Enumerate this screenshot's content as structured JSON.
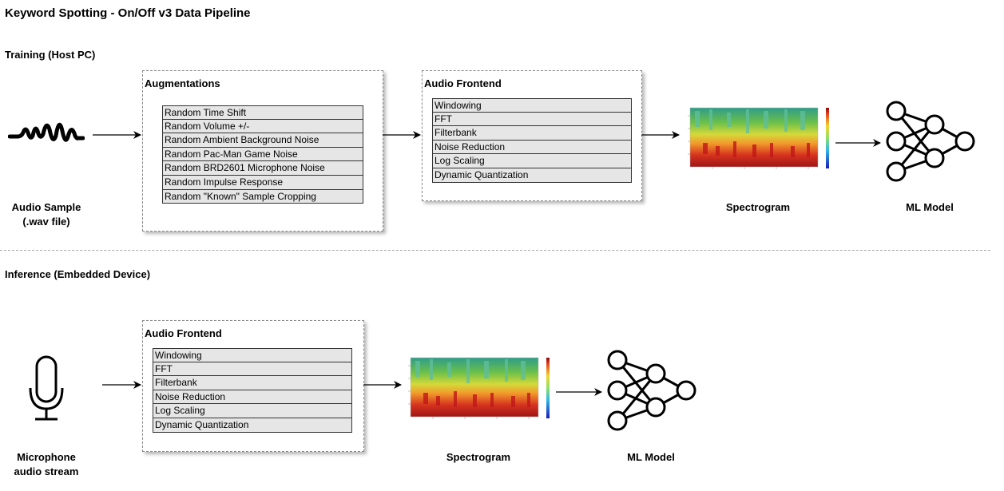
{
  "title": "Keyword Spotting - On/Off v3 Data Pipeline",
  "training": {
    "section_label": "Training (Host PC)",
    "source_caption_line1": "Audio Sample",
    "source_caption_line2": "(.wav file)",
    "augmentations": {
      "title": "Augmentations",
      "items": [
        "Random Time Shift",
        "Random Volume +/-",
        "Random Ambient Background Noise",
        "Random Pac-Man Game Noise",
        "Random BRD2601 Microphone Noise",
        "Random Impulse Response",
        "Random \"Known\" Sample Cropping"
      ]
    },
    "frontend": {
      "title": "Audio Frontend",
      "items": [
        "Windowing",
        "FFT",
        "Filterbank",
        "Noise Reduction",
        "Log Scaling",
        "Dynamic Quantization"
      ]
    },
    "spectrogram_caption": "Spectrogram",
    "model_caption": "ML Model"
  },
  "inference": {
    "section_label": "Inference (Embedded Device)",
    "source_caption_line1": "Microphone",
    "source_caption_line2": "audio stream",
    "frontend": {
      "title": "Audio Frontend",
      "items": [
        "Windowing",
        "FFT",
        "Filterbank",
        "Noise Reduction",
        "Log Scaling",
        "Dynamic Quantization"
      ]
    },
    "spectrogram_caption": "Spectrogram",
    "model_caption": "ML Model"
  },
  "icons": {
    "waveform": "waveform-icon",
    "microphone": "microphone-icon",
    "spectrogram": "spectrogram-image",
    "neural_net": "neural-network-icon"
  }
}
